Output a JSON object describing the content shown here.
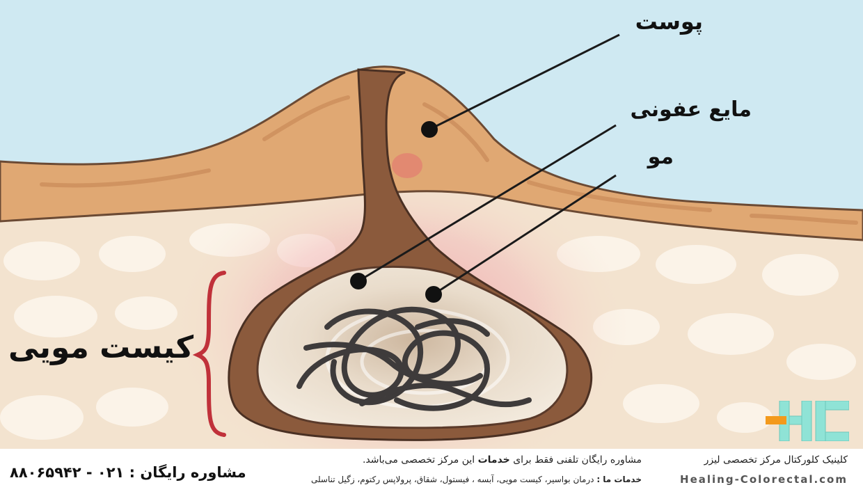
{
  "diagram": {
    "labels": {
      "skin": "پوست",
      "infectious_fluid": "مایع عفونی",
      "hair": "مو",
      "pilonidal_cyst": "کیست مویی"
    }
  },
  "logo": {
    "text": "HC"
  },
  "footer": {
    "clinic_name": "کلینیک کلورکتال مرکز تخصصی لیزر",
    "website": "Healing-Colorectal.com",
    "consult_prefix": "مشاوره رایگان تلفنی فقط برای",
    "consult_bold": "خدمات",
    "consult_suffix": "این مرکز تخصصی می‌باشد.",
    "services_title": "خدمات ما :",
    "services_list": "درمان بواسیر، کیست مویی، آبسه ، فیستول، شقاق، پرولاپس رکتوم، زگیل تناسلی",
    "phone_label": "مشاوره رایگان :",
    "phone_number": "۰۲۱ - ۸۸۰۶۵۹۴۲"
  },
  "colors": {
    "sky": "#cfe9f2",
    "skin": "#e0a873",
    "fat": "#f3e3cf",
    "tract": "#8b5a3c",
    "hair": "#3e3b3b",
    "bracket": "#c0313a",
    "logo_teal": "#8fe3d6",
    "logo_orange": "#f39a1c"
  }
}
